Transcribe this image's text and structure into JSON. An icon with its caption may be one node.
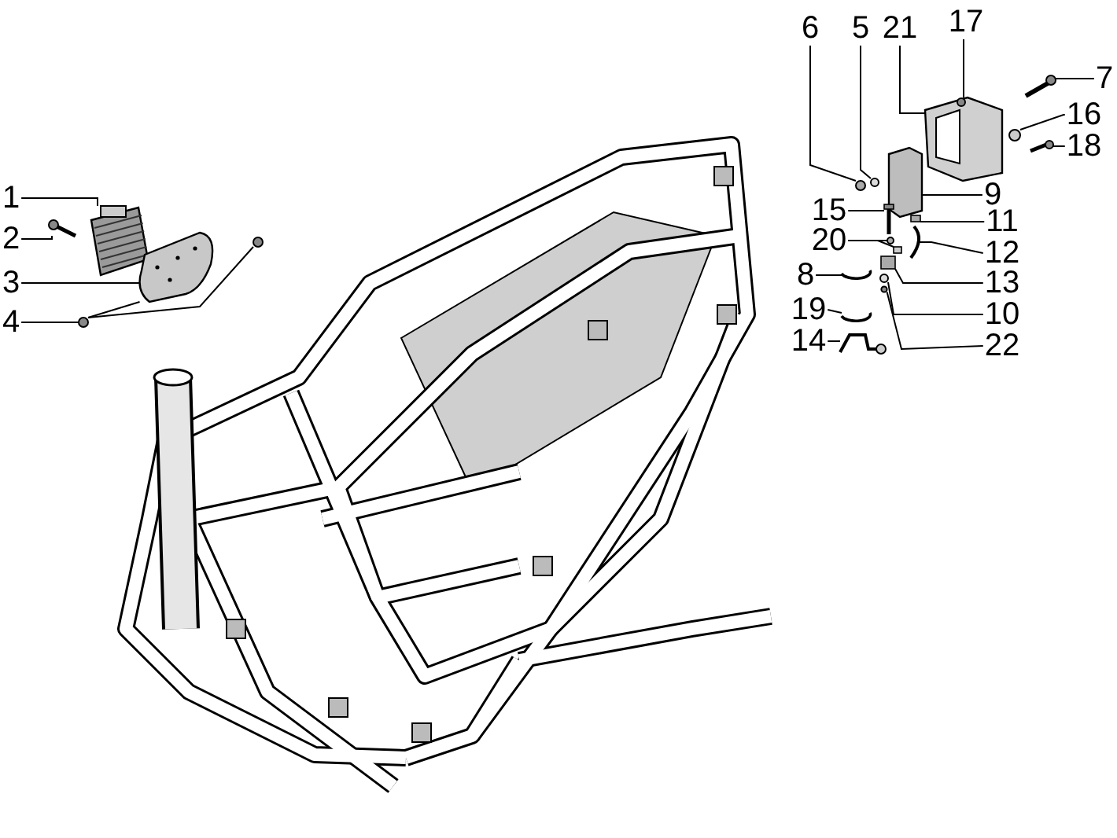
{
  "diagram": {
    "nodes": [
      {
        "text": [
          "1"
        ]
      },
      {
        "text": [
          "2"
        ]
      },
      {
        "text": [
          "3"
        ]
      },
      {
        "text": [
          "4"
        ]
      },
      {
        "text": [
          "6"
        ]
      },
      {
        "text": [
          "5"
        ]
      },
      {
        "text": [
          "21"
        ]
      },
      {
        "text": [
          "17"
        ]
      },
      {
        "text": [
          "7"
        ]
      },
      {
        "text": [
          "16"
        ]
      },
      {
        "text": [
          "18"
        ]
      },
      {
        "text": [
          "9"
        ]
      },
      {
        "text": [
          "15"
        ]
      },
      {
        "text": [
          "11"
        ]
      },
      {
        "text": [
          "20"
        ]
      },
      {
        "text": [
          "12"
        ]
      },
      {
        "text": [
          "8"
        ]
      },
      {
        "text": [
          "13"
        ]
      },
      {
        "text": [
          "10"
        ]
      },
      {
        "text": [
          "19"
        ]
      },
      {
        "text": [
          "22"
        ]
      },
      {
        "text": [
          "14"
        ]
      },
      {
        "text": [],
        "shape": "picture"
      },
      {
        "text": [],
        "shape": "picture"
      },
      {
        "text": [],
        "shape": "picture"
      },
      {
        "text": [],
        "shape": "circle"
      },
      {
        "text": [],
        "shape": "circle"
      },
      {
        "text": [],
        "shape": "circle"
      },
      {
        "text": [],
        "shape": "circle"
      },
      {
        "text": [],
        "shape": "picture"
      },
      {
        "text": [],
        "shape": "picture"
      },
      {
        "text": [],
        "shape": "circle"
      },
      {
        "text": [],
        "shape": "picture"
      },
      {
        "text": [],
        "shape": "picture"
      },
      {
        "text": [],
        "shape": "picture"
      },
      {
        "text": [],
        "shape": "box"
      },
      {
        "text": [],
        "shape": "circle"
      },
      {
        "text": [],
        "shape": "box"
      },
      {
        "text": [],
        "shape": "picture"
      },
      {
        "text": [],
        "shape": "picture"
      },
      {
        "text": [],
        "shape": "box"
      },
      {
        "text": [],
        "shape": "circle"
      },
      {
        "text": [],
        "shape": "picture"
      },
      {
        "text": [],
        "shape": "circle"
      },
      {
        "text": [],
        "shape": "picture"
      }
    ],
    "edges": [
      {
        "from": 0,
        "to": 22,
        "arrow": "none"
      },
      {
        "from": 1,
        "to": 23,
        "arrow": "none"
      },
      {
        "from": 2,
        "to": 24,
        "arrow": "none"
      },
      {
        "from": 3,
        "to": 25,
        "arrow": "none"
      },
      {
        "from": 25,
        "to": 24,
        "arrow": "none"
      },
      {
        "from": 25,
        "to": 26,
        "arrow": "none"
      },
      {
        "from": 4,
        "to": 27,
        "arrow": "none"
      },
      {
        "from": 5,
        "to": 28,
        "arrow": "none"
      },
      {
        "from": 6,
        "to": 29,
        "arrow": "none"
      },
      {
        "from": 7,
        "to": 29,
        "arrow": "none"
      },
      {
        "from": 8,
        "to": 30,
        "arrow": "none"
      },
      {
        "from": 9,
        "to": 31,
        "arrow": "none"
      },
      {
        "from": 10,
        "to": 32,
        "arrow": "none"
      },
      {
        "from": 11,
        "to": 33,
        "arrow": "none"
      },
      {
        "from": 12,
        "to": 34,
        "arrow": "none"
      },
      {
        "from": 13,
        "to": 35,
        "arrow": "none"
      },
      {
        "from": 14,
        "to": 36,
        "arrow": "none"
      },
      {
        "from": 14,
        "to": 37,
        "arrow": "none"
      },
      {
        "from": 15,
        "to": 38,
        "arrow": "none"
      },
      {
        "from": 16,
        "to": 39,
        "arrow": "none"
      },
      {
        "from": 17,
        "to": 40,
        "arrow": "none"
      },
      {
        "from": 18,
        "to": 41,
        "arrow": "none"
      },
      {
        "from": 19,
        "to": 42,
        "arrow": "none"
      },
      {
        "from": 20,
        "to": 43,
        "arrow": "none"
      },
      {
        "from": 21,
        "to": 44,
        "arrow": "none"
      }
    ]
  }
}
